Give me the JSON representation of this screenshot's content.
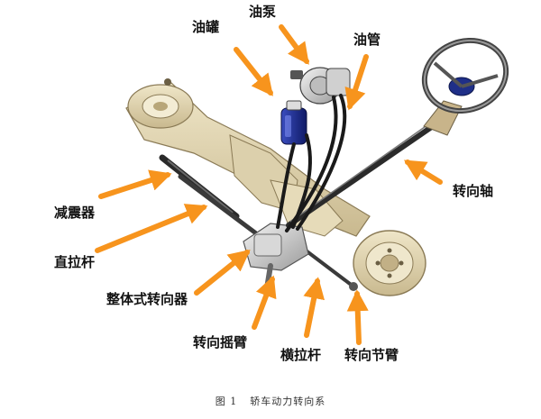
{
  "labels": {
    "oil_tank": "油罐",
    "oil_pump": "油泵",
    "oil_pipe": "油管",
    "steering_shaft": "转向轴",
    "shock_absorber": "减震器",
    "drag_link": "直拉杆",
    "integral_gear": "整体式转向器",
    "pitman_arm": "转向摇臂",
    "tie_rod": "横拉杆",
    "knuckle_arm": "转向节臂"
  },
  "caption": {
    "number": "图 1",
    "text": "轿车动力转向系"
  },
  "colors": {
    "arrow": "#f7941d",
    "frame": "#d9cba4",
    "frame_dark": "#8a7a55",
    "reservoir": "#1e2e8f",
    "hose": "#1a1a1a"
  }
}
